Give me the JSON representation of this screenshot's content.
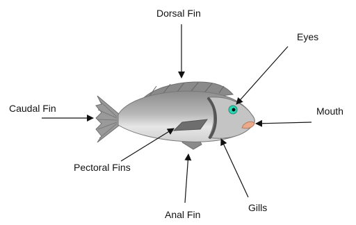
{
  "labels": {
    "dorsal_fin": "Dorsal Fin",
    "eyes": "Eyes",
    "caudal_fin": "Caudal Fin",
    "mouth": "Mouth",
    "pectoral_fins": "Pectoral Fins",
    "gills": "Gills",
    "anal_fin": "Anal Fin"
  },
  "colors": {
    "body_dark": "#8c8c8c",
    "body_mid": "#b3b3b3",
    "belly": "#eeeeee",
    "fin_dark": "#7a7a7a",
    "gill": "#555555",
    "eye": "#2fd6b4",
    "mouth": "#e9a98a",
    "arrow": "#111111"
  }
}
